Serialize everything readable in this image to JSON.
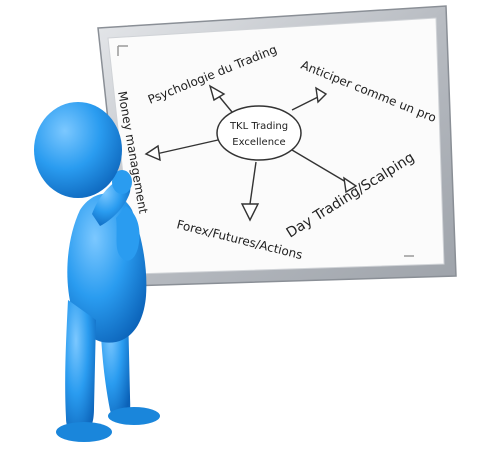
{
  "whiteboard": {
    "center_node": {
      "line1": "TKL Trading",
      "line2": "Excellence"
    },
    "branches": {
      "psychologie": "Psychologie du Trading",
      "anticiper": "Anticiper comme un pro",
      "money": "Money management",
      "day_trading": "Day Trading/Scalping",
      "forex": "Forex/Futures/Actions"
    }
  },
  "colors": {
    "frame": "#c9ccd1",
    "board": "#fbfbfb",
    "figure": "#1e90e6",
    "ink": "#222222"
  }
}
